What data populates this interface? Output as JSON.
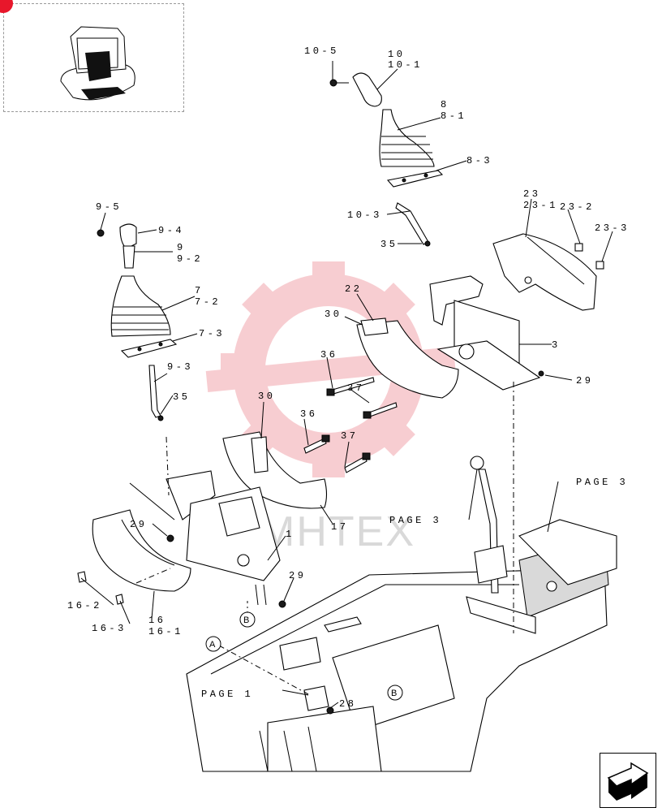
{
  "watermark": "MHTEX",
  "callouts": {
    "c10_5": "10-5",
    "c10": "10",
    "c10_1": "10-1",
    "c8": "8",
    "c8_1": "8-1",
    "c8_3": "8-3",
    "c10_3": "10-3",
    "c35a": "35",
    "c23": "23",
    "c23_1": "23-1",
    "c23_2": "23-2",
    "c23_3": "23-3",
    "c9_5": "9-5",
    "c9_4": "9-4",
    "c9": "9",
    "c9_2": "9-2",
    "c7": "7",
    "c7_2": "7-2",
    "c7_3": "7-3",
    "c9_3": "9-3",
    "c35b": "35",
    "c22": "22",
    "c30a": "30",
    "c3": "3",
    "c36a": "36",
    "c37a": "37",
    "c29a": "29",
    "c30b": "30",
    "c36b": "36",
    "c37b": "37",
    "c17": "17",
    "c29b": "29",
    "c1": "1",
    "c29c": "29",
    "c16_2": "16-2",
    "c16_3": "16-3",
    "c16": "16",
    "c16_1": "16-1",
    "c28": "28"
  },
  "page_refs": {
    "page3_right": "PAGE 3",
    "page3_mid": "PAGE 3",
    "page1": "PAGE 1"
  },
  "markers": {
    "a": "A",
    "b1": "B",
    "b2": "B"
  },
  "colors": {
    "watermark": "#f2b3b8",
    "accent": "#e8172b",
    "ink": "#000000"
  },
  "nav": {
    "icon": "next-page-arrow-icon"
  }
}
